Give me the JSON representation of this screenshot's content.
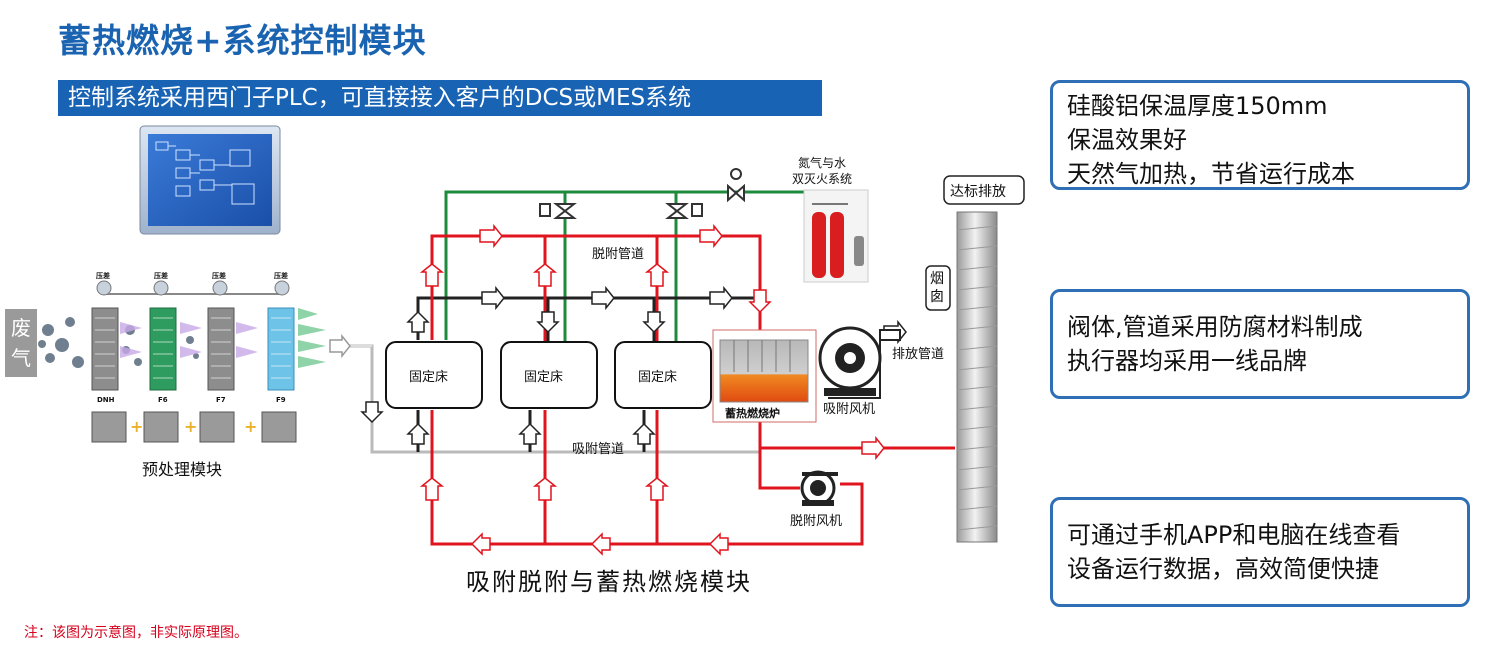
{
  "title": "蓄热燃烧+系统控制模块",
  "banner": "控制系统采用西门子PLC，可直接接入客户的DCS或MES系统",
  "info_boxes": [
    {
      "lines": [
        "硅酸铝保温厚度150mm",
        "保温效果好",
        "天然气加热，节省运行成本"
      ]
    },
    {
      "lines": [
        "阀体,管道采用防腐材料制成",
        "执行器均采用一线品牌"
      ]
    },
    {
      "lines": [
        "可通过手机APP和电脑在线查看",
        "设备运行数据，高效简便快捷"
      ]
    }
  ],
  "waste_gas_label": "废气",
  "pretreatment": {
    "gauge_labels": [
      "压差",
      "压差",
      "压差",
      "压差"
    ],
    "filter_labels": [
      "DNH",
      "F6",
      "F7",
      "F9"
    ],
    "module_label": "预处理模块"
  },
  "diagram": {
    "beds": [
      "固定床",
      "固定床",
      "固定床"
    ],
    "desorption_pipe": "脱附管道",
    "adsorption_pipe": "吸附管道",
    "fire_system": "氮气与水\n双灭火系统",
    "furnace": "蓄热燃烧炉",
    "adsorption_fan": "吸附风机",
    "exhaust_pipe": "排放管道",
    "desorption_fan": "脱附风机",
    "chimney": "烟囱",
    "discharge": "达标排放"
  },
  "caption": "吸附脱附与蓄热燃烧模块",
  "note": "注：该图为示意图，非实际原理图。",
  "colors": {
    "title_blue": "#1a63b0",
    "banner_blue": "#1863b4",
    "box_border": "#2f6fb6",
    "desorption_red": "#e0141e",
    "nitrogen_green": "#1e8a3c",
    "pipe_black": "#222222",
    "note_red": "#d6001c"
  }
}
